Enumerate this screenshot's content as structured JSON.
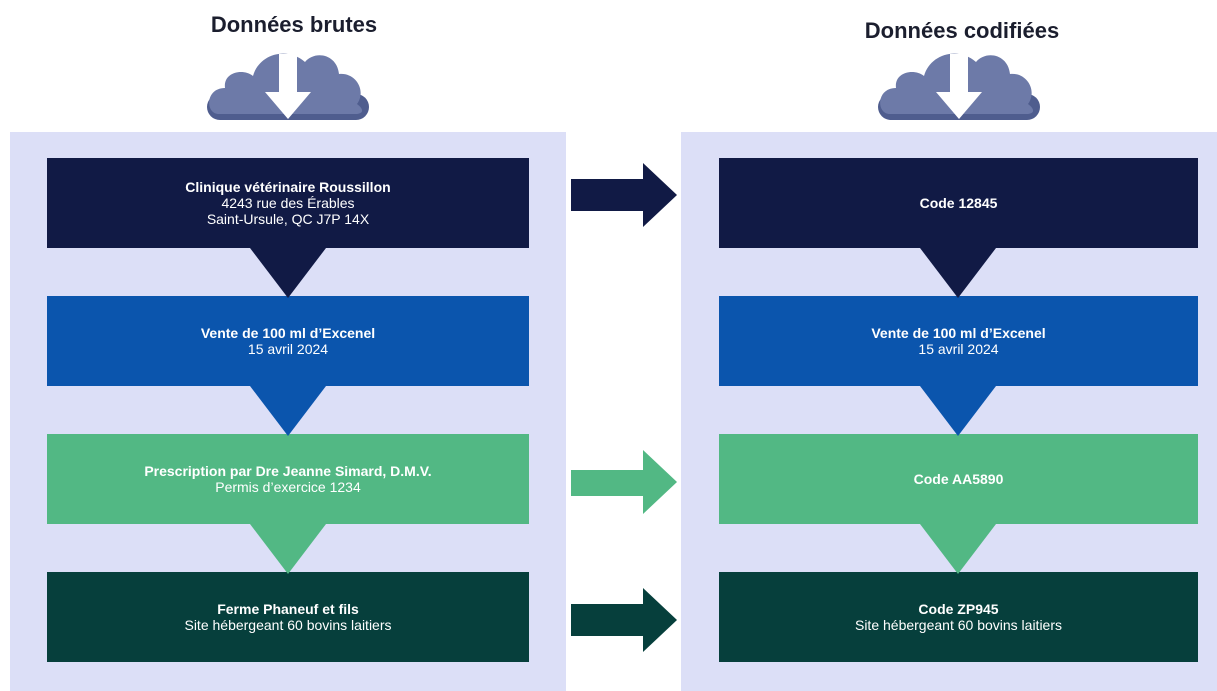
{
  "colors": {
    "panel": "#dcdff7",
    "navy": "#111a45",
    "blue": "#0b55ad",
    "green": "#52b884",
    "teal": "#063f3c",
    "cloud": "#6d7aa8",
    "cloud_base": "#4f5d8e"
  },
  "left": {
    "title": "Données brutes",
    "cloud_icon": "cloud-download-icon",
    "boxes": [
      {
        "bold": "Clinique vétérinaire Roussillon",
        "line1": "4243 rue des Érables",
        "line2": "Saint-Ursule, QC J7P 14X"
      },
      {
        "bold": "Vente de 100 ml d’Excenel",
        "line1": "15 avril 2024"
      },
      {
        "bold": "Prescription par Dre Jeanne Simard, D.M.V.",
        "line1": "Permis d’exercice 1234"
      },
      {
        "bold": "Ferme Phaneuf et fils",
        "line1": "Site hébergeant 60 bovins laitiers"
      }
    ]
  },
  "right": {
    "title": "Données codifiées",
    "cloud_icon": "cloud-download-icon",
    "boxes": [
      {
        "bold": "Code 12845"
      },
      {
        "bold": "Vente de 100 ml d’Excenel",
        "line1": "15 avril 2024"
      },
      {
        "bold": "Code AA5890"
      },
      {
        "bold": "Code ZP945",
        "line1": "Site hébergeant 60 bovins laitiers"
      }
    ]
  }
}
